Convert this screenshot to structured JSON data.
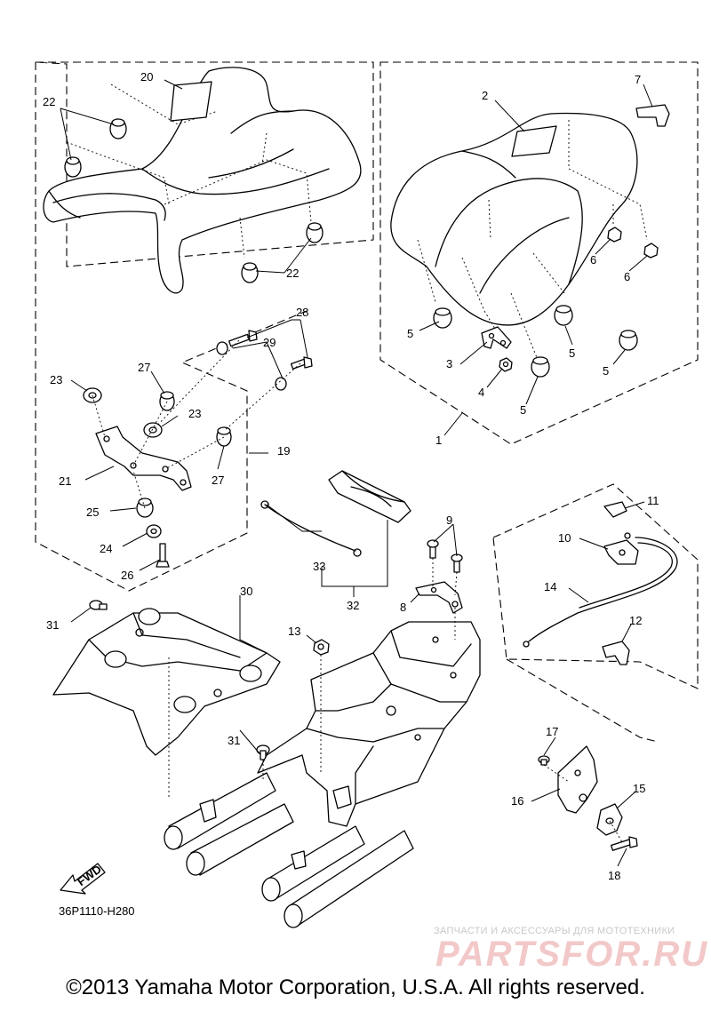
{
  "diagram": {
    "drawing_code": "36P1110-H280",
    "fwd_label": "FWD",
    "part_labels": {
      "p1": "1",
      "p2": "2",
      "p3": "3",
      "p4": "4",
      "p5a": "5",
      "p5b": "5",
      "p5c": "5",
      "p5d": "5",
      "p6a": "6",
      "p6b": "6",
      "p7": "7",
      "p8": "8",
      "p9": "9",
      "p10": "10",
      "p11": "11",
      "p12": "12",
      "p13": "13",
      "p14": "14",
      "p15": "15",
      "p16": "16",
      "p17": "17",
      "p18": "18",
      "p19": "19",
      "p20": "20",
      "p21": "21",
      "p22a": "22",
      "p22b": "22",
      "p23a": "23",
      "p23b": "23",
      "p24": "24",
      "p25": "25",
      "p26": "26",
      "p27a": "27",
      "p27b": "27",
      "p28": "28",
      "p29": "29",
      "p30": "30",
      "p31a": "31",
      "p31b": "31",
      "p32": "32",
      "p33": "33"
    }
  },
  "footer": {
    "copyright": "©2013 Yamaha Motor Corporation, U.S.A. All rights reserved."
  },
  "watermark": {
    "line1": "ЗАПЧАСТИ И АКСЕССУАРЫ ДЛЯ МОТОТЕХНИКИ",
    "logo": "PARTSFOR.RU"
  }
}
